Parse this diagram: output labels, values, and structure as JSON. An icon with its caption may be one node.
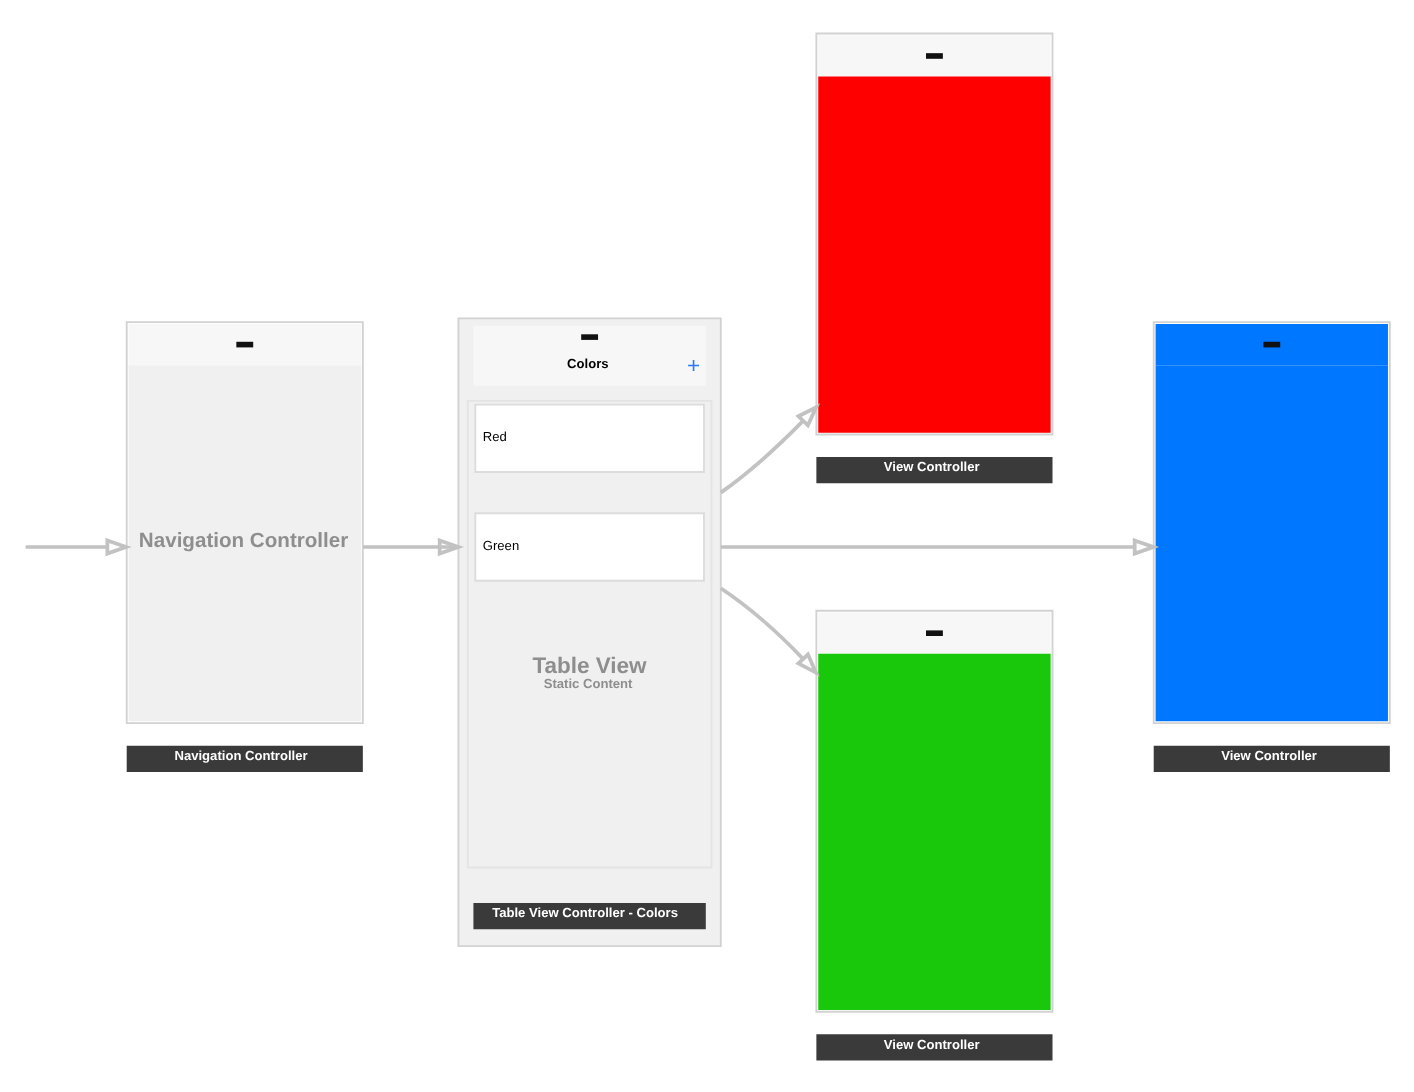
{
  "diagram": {
    "nodes": [
      {
        "text": [
          "Navigation Controller"
        ],
        "beside": [
          "Navigation Controller"
        ]
      },
      {
        "text": [
          "Colors",
          "+"
        ],
        "beside": [
          "Table View Controller - Colors"
        ]
      },
      {
        "text": [
          "Table View",
          "Static Content"
        ],
        "in": 1
      },
      {
        "text": [
          "Red"
        ],
        "in": 2
      },
      {
        "text": [
          "Green"
        ],
        "in": 2
      },
      {
        "text": [],
        "shape": "box",
        "beside": [
          "View Controller"
        ]
      },
      {
        "text": [],
        "shape": "box",
        "beside": [
          "View Controller"
        ]
      },
      {
        "text": [],
        "shape": "box",
        "beside": [
          "View Controller"
        ]
      }
    ],
    "edges": [
      {
        "from": null,
        "to": 0,
        "arrow": "to"
      },
      {
        "from": 0,
        "to": 1,
        "arrow": "to"
      },
      {
        "from": 1,
        "to": 5,
        "arrow": "to"
      },
      {
        "from": 1,
        "to": 7,
        "arrow": "to"
      },
      {
        "from": 1,
        "to": 6,
        "arrow": "to"
      }
    ]
  }
}
